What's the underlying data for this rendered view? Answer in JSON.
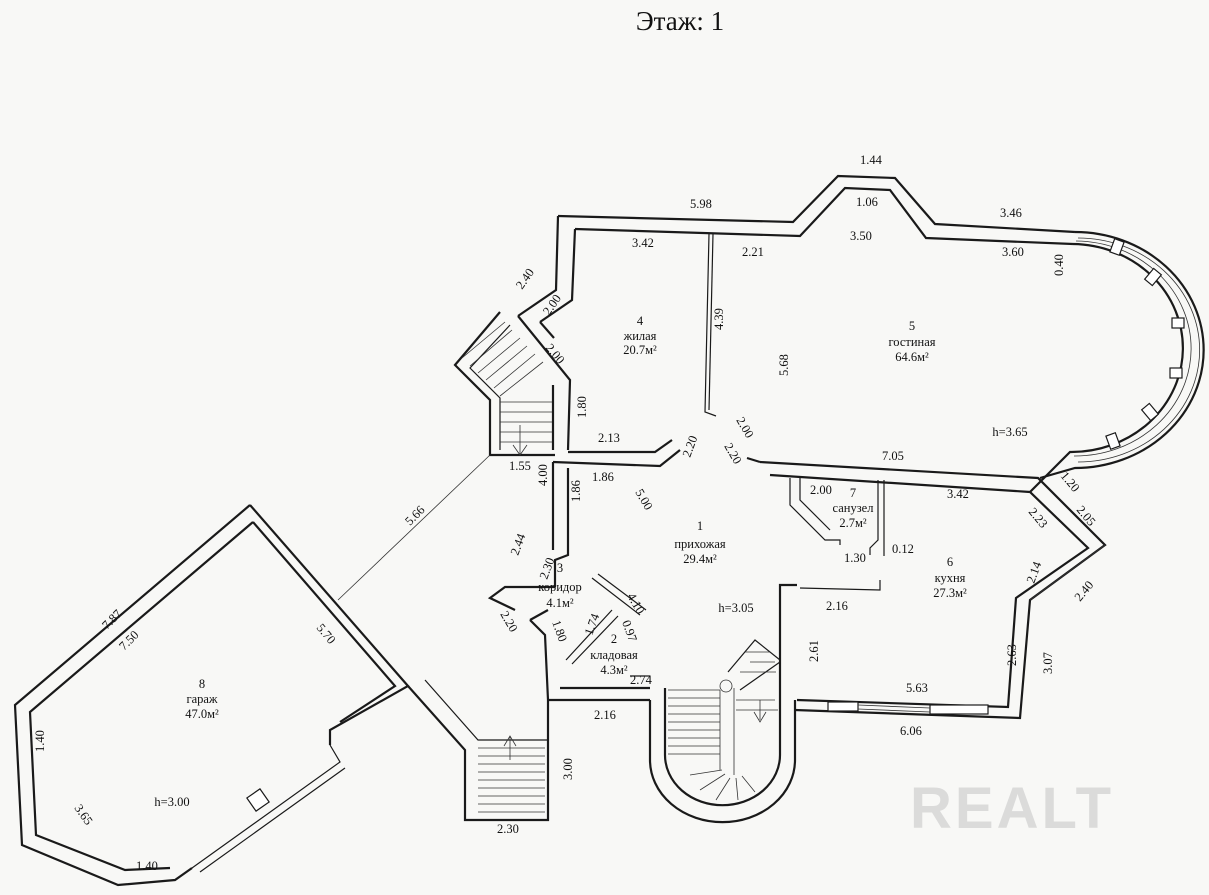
{
  "title": "Этаж: 1",
  "rooms": [
    {
      "num": "1",
      "name": "прихожая",
      "area": "29.4м²"
    },
    {
      "num": "2",
      "name": "кладовая",
      "area": "4.3м²"
    },
    {
      "num": "3",
      "name": "коридор",
      "area": "4.1м²"
    },
    {
      "num": "4",
      "name": "жилая",
      "area": "20.7м²"
    },
    {
      "num": "5",
      "name": "гостиная",
      "area": "64.6м²"
    },
    {
      "num": "6",
      "name": "кухня",
      "area": "27.3м²"
    },
    {
      "num": "7",
      "name": "санузел",
      "area": "2.7м²"
    },
    {
      "num": "8",
      "name": "гараж",
      "area": "47.0м²"
    }
  ],
  "heights": {
    "living": "h=3.65",
    "hall": "h=3.05",
    "garage": "h=3.00"
  },
  "dimensions": {
    "top_598": "5.98",
    "top_144": "1.44",
    "top_106": "1.06",
    "top_346": "3.46",
    "top_342": "3.42",
    "top_221": "2.21",
    "top_350": "3.50",
    "top_360": "3.60",
    "top_040": "0.40",
    "left_240": "2.40",
    "left_200a": "2.00",
    "left_200b": "2.00",
    "v_439": "4.39",
    "v_568": "5.68",
    "left_180": "1.80",
    "h_213": "2.13",
    "d_220a": "2.20",
    "d_200c": "2.00",
    "d_220b": "2.20",
    "h_705": "7.05",
    "h_155": "1.55",
    "v_400": "4.00",
    "h_186": "1.86",
    "v_186": "1.86",
    "d_500": "5.00",
    "d_566": "5.66",
    "h_200d": "2.00",
    "h_342b": "3.42",
    "d_120": "1.20",
    "d_223": "2.23",
    "d_205": "2.05",
    "d_244": "2.44",
    "d_230": "2.30",
    "h_130": "1.30",
    "h_012": "0.12",
    "d_214": "2.14",
    "d_240b": "2.40",
    "d_410": "4.10",
    "h_216": "2.16",
    "d_220c": "2.20",
    "v_180b": "1.80",
    "d_174": "1.74",
    "d_097": "0.97",
    "v_261": "2.61",
    "v_263": "2.63",
    "v_307": "3.07",
    "h_274": "2.74",
    "h_216b": "2.16",
    "h_563": "5.63",
    "h_606": "6.06",
    "v_300": "3.00",
    "h_230": "2.30",
    "d_787": "7.87",
    "d_750": "7.50",
    "d_570": "5.70",
    "v_140": "1.40",
    "d_365": "3.65",
    "h_140": "1.40"
  },
  "watermark": "REALT"
}
